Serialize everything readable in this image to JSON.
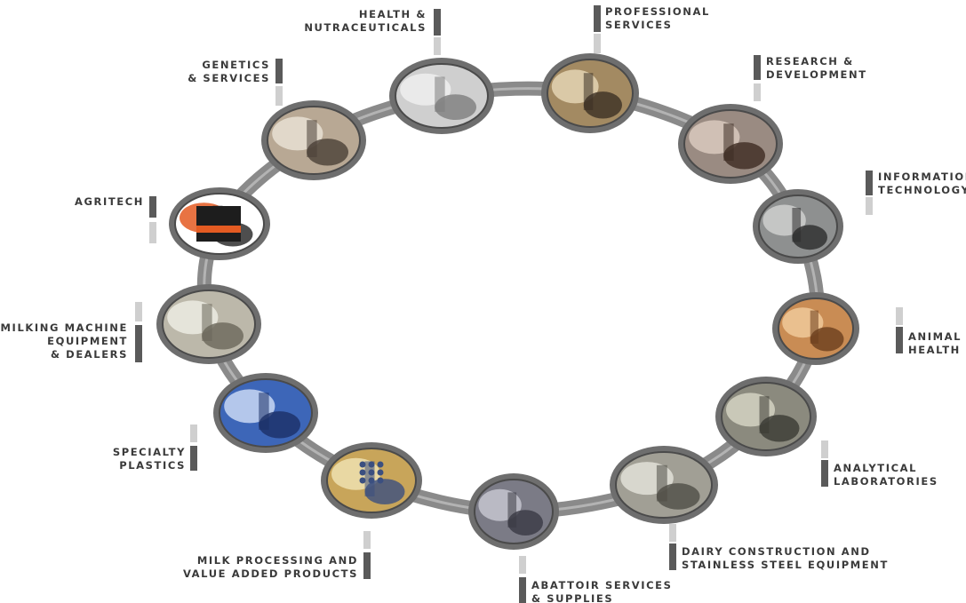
{
  "ring": {
    "track_color": "#8a8a8a",
    "frame_color": "#6e6e6e",
    "dark_bar_color": "#5a5a5a",
    "light_bar_color": "#cfcfcf",
    "label_color": "#3a3a3a"
  },
  "sectors": [
    {
      "id": "health-nutraceuticals",
      "lines": [
        "HEALTH &",
        "NUTRACEUTICALS"
      ],
      "photo": "lab-glassware-icon"
    },
    {
      "id": "professional-services",
      "lines": [
        "PROFESSIONAL",
        "SERVICES"
      ],
      "photo": "presenter-icon"
    },
    {
      "id": "research-development",
      "lines": [
        "RESEARCH &",
        "DEVELOPMENT"
      ],
      "photo": "scientist-portrait-icon"
    },
    {
      "id": "information-technology",
      "lines": [
        "INFORMATION",
        "TECHNOLOGY"
      ],
      "photo": "computer-monitors-icon"
    },
    {
      "id": "animal-health",
      "lines": [
        "ANIMAL",
        "HEALTH"
      ],
      "photo": "veterinary-icon"
    },
    {
      "id": "analytical-laboratories",
      "lines": [
        "ANALYTICAL",
        "LABORATORIES"
      ],
      "photo": "lab-equipment-icon"
    },
    {
      "id": "dairy-construction",
      "lines": [
        "DAIRY CONSTRUCTION AND",
        "STAINLESS STEEL EQUIPMENT"
      ],
      "photo": "steel-pipe-icon"
    },
    {
      "id": "abattoir-services",
      "lines": [
        "ABATTOIR SERVICES",
        "& SUPPLIES"
      ],
      "photo": "processing-plant-icon"
    },
    {
      "id": "milk-processing",
      "lines": [
        "MILK PROCESSING AND",
        "VALUE ADDED PRODUCTS"
      ],
      "photo": "milk-product-package-icon"
    },
    {
      "id": "specialty-plastics",
      "lines": [
        "SPECIALTY",
        "PLASTICS"
      ],
      "photo": "plastic-part-icon"
    },
    {
      "id": "milking-machine",
      "lines": [
        "MILKING MACHINE",
        "EQUIPMENT",
        "& DEALERS"
      ],
      "photo": "milking-machine-icon"
    },
    {
      "id": "agritech",
      "lines": [
        "AGRITECH"
      ],
      "photo": "agritech-device-icon"
    },
    {
      "id": "genetics-services",
      "lines": [
        "GENETICS",
        "& SERVICES"
      ],
      "photo": "geneticists-icon"
    }
  ]
}
